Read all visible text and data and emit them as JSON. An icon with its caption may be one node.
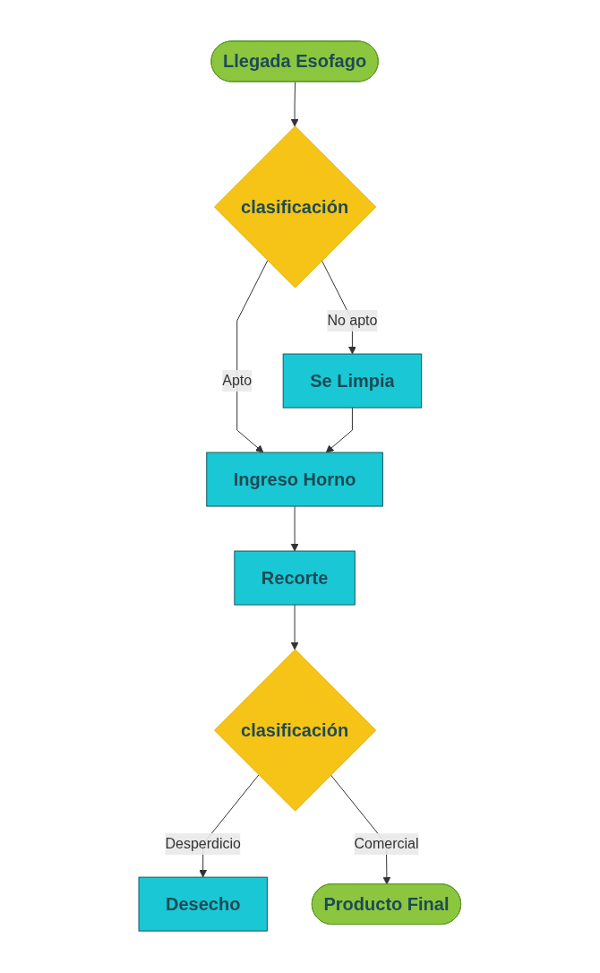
{
  "diagram": {
    "nodes": [
      {
        "text": [
          "Llegada Esofago"
        ]
      },
      {
        "text": [
          "clasificación"
        ]
      },
      {
        "text": [
          "Se Limpia"
        ]
      },
      {
        "text": [
          "Ingreso Horno"
        ]
      },
      {
        "text": [
          "Recorte"
        ]
      },
      {
        "text": [
          "clasificación"
        ]
      },
      {
        "text": [
          "Desecho"
        ]
      },
      {
        "text": [
          "Producto Final"
        ]
      }
    ],
    "edges": [
      {
        "from": 0,
        "to": 1,
        "arrow": "to"
      },
      {
        "from": 1,
        "to": 2,
        "arrow": "to",
        "label": "No apto"
      },
      {
        "from": 1,
        "to": 3,
        "arrow": "to",
        "label": "Apto"
      },
      {
        "from": 2,
        "to": 3,
        "arrow": "to"
      },
      {
        "from": 3,
        "to": 4,
        "arrow": "to"
      },
      {
        "from": 4,
        "to": 5,
        "arrow": "to"
      },
      {
        "from": 5,
        "to": 6,
        "arrow": "to",
        "label": "Desperdicio"
      },
      {
        "from": 5,
        "to": 7,
        "arrow": "to",
        "label": "Comercial"
      }
    ]
  }
}
